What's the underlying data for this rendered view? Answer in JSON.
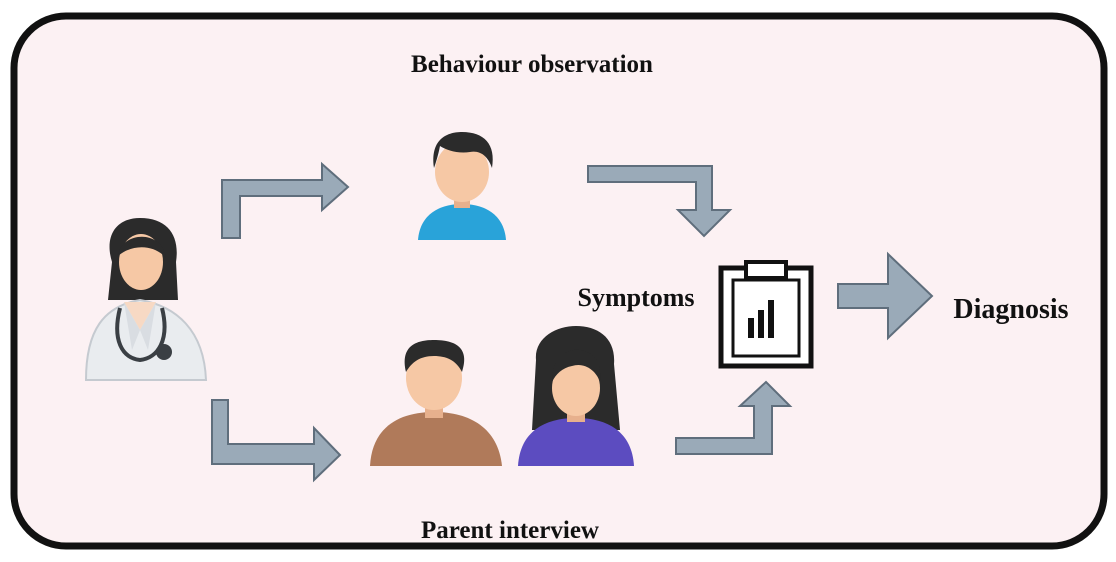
{
  "labels": {
    "behaviour_observation": "Behaviour observation",
    "parent_interview": "Parent interview",
    "symptoms": "Symptoms",
    "diagnosis": "Diagnosis"
  },
  "colors": {
    "background": "#fcf1f3",
    "frame": "#111111",
    "arrow_fill": "#9aaab8",
    "arrow_stroke": "#5f6e7c",
    "child_shirt": "#29a3d9",
    "father_shirt": "#b07a5a",
    "mother_shirt": "#5c4cc0",
    "skin": "#f6c8a5",
    "hair": "#2b2b2b",
    "doctor_coat": "#e9ecef"
  },
  "icons": [
    "doctor-icon",
    "child-icon",
    "father-icon",
    "mother-icon",
    "clipboard-chart-icon"
  ]
}
